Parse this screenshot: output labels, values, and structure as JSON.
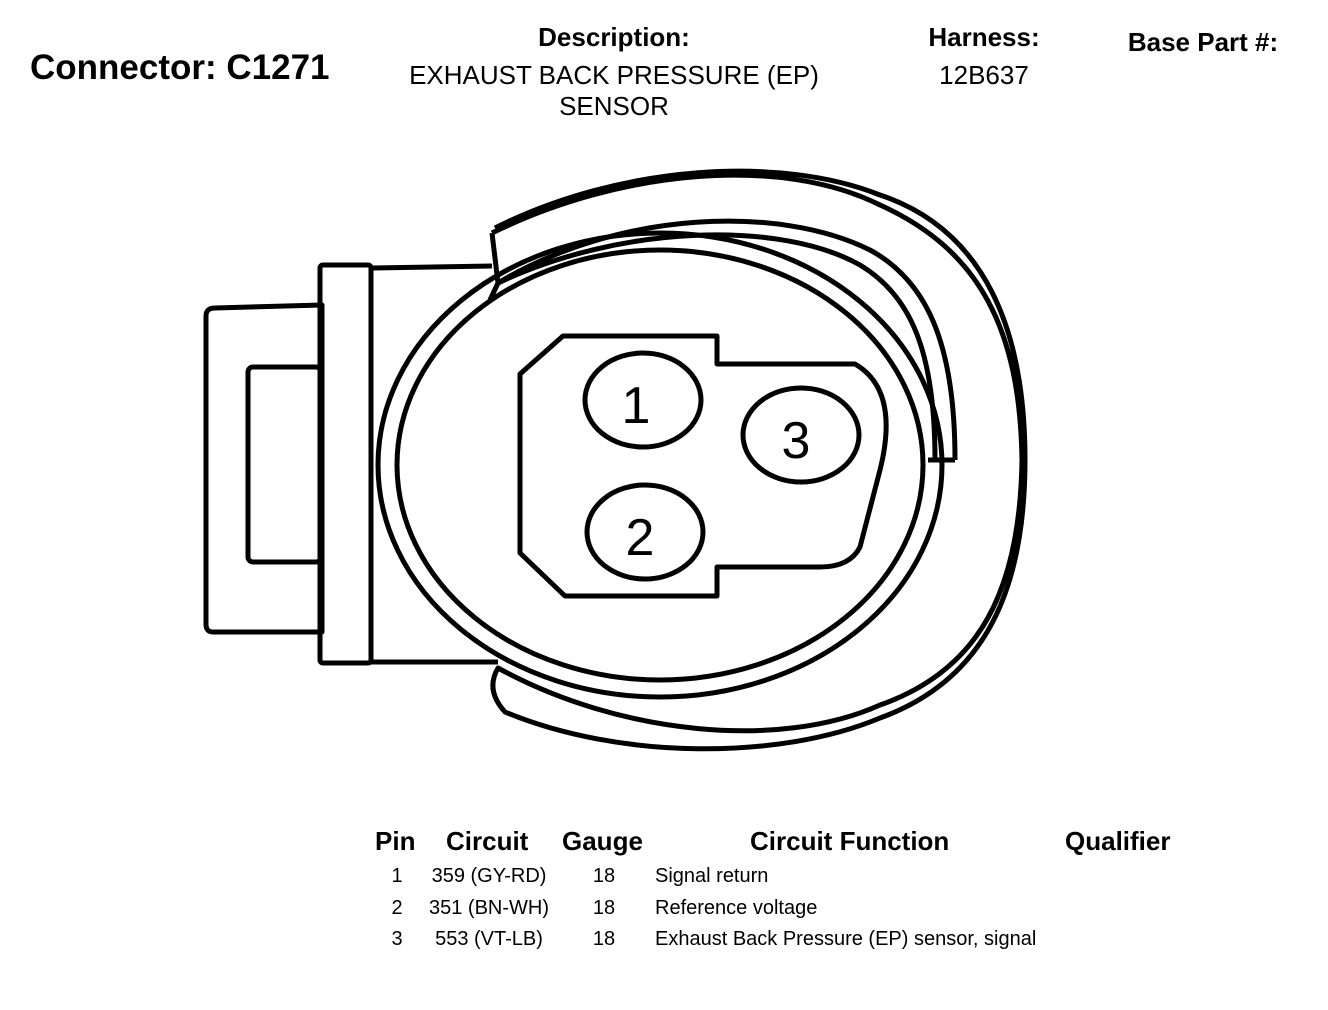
{
  "header": {
    "connector_title": "Connector: C1271",
    "description_label": "Description:",
    "description_line1": "EXHAUST BACK PRESSURE (EP)",
    "description_line2": "SENSOR",
    "harness_label": "Harness:",
    "harness_value": "12B637",
    "base_part_label": "Base Part #:"
  },
  "diagram": {
    "pins": [
      "1",
      "2",
      "3"
    ]
  },
  "table": {
    "headers": {
      "pin": "Pin",
      "circuit": "Circuit",
      "gauge": "Gauge",
      "function": "Circuit Function",
      "qualifier": "Qualifier"
    },
    "rows": [
      {
        "pin": "1",
        "circuit": "359 (GY-RD)",
        "gauge": "18",
        "function": "Signal return"
      },
      {
        "pin": "2",
        "circuit": "351 (BN-WH)",
        "gauge": "18",
        "function": "Reference voltage"
      },
      {
        "pin": "3",
        "circuit": "553 (VT-LB)",
        "gauge": "18",
        "function": "Exhaust Back Pressure (EP) sensor, signal"
      }
    ]
  }
}
